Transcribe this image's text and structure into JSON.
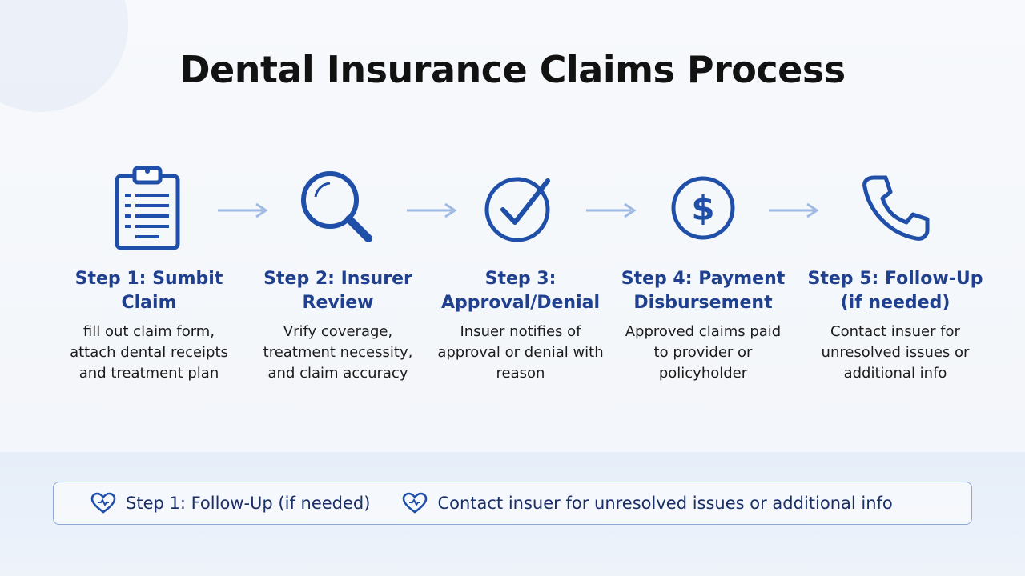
{
  "title": "Dental Insurance Claims Process",
  "colors": {
    "accent": "#1f4fa8",
    "arrow": "#9fbbe3",
    "heading": "#1f3f8f",
    "text": "#1c1c1c"
  },
  "steps": [
    {
      "icon": "clipboard-icon",
      "title": "Step 1: Sumbit Claim",
      "description": "fill out claim form, attach dental receipts and treatment plan"
    },
    {
      "icon": "magnifier-icon",
      "title": "Step 2: Insurer Review",
      "description": "Vrify coverage, treatment necessity, and claim accuracy"
    },
    {
      "icon": "check-circle-icon",
      "title": "Step 3: Approval/Denial",
      "description": "Insuer notifies of approval or denial with reason"
    },
    {
      "icon": "dollar-circle-icon",
      "title": "Step 4: Payment Disbursement",
      "description": "Approved claims paid to provider or policyholder"
    },
    {
      "icon": "phone-icon",
      "title": "Step 5: Follow-Up (if needed)",
      "description": "Contact insuer for unresolved issues or additional info"
    }
  ],
  "banner": {
    "left_text": "Step 1: Follow-Up (if needed)",
    "right_text": "Contact insuer for unresolved issues or additional info",
    "icon": "heart-icon"
  }
}
